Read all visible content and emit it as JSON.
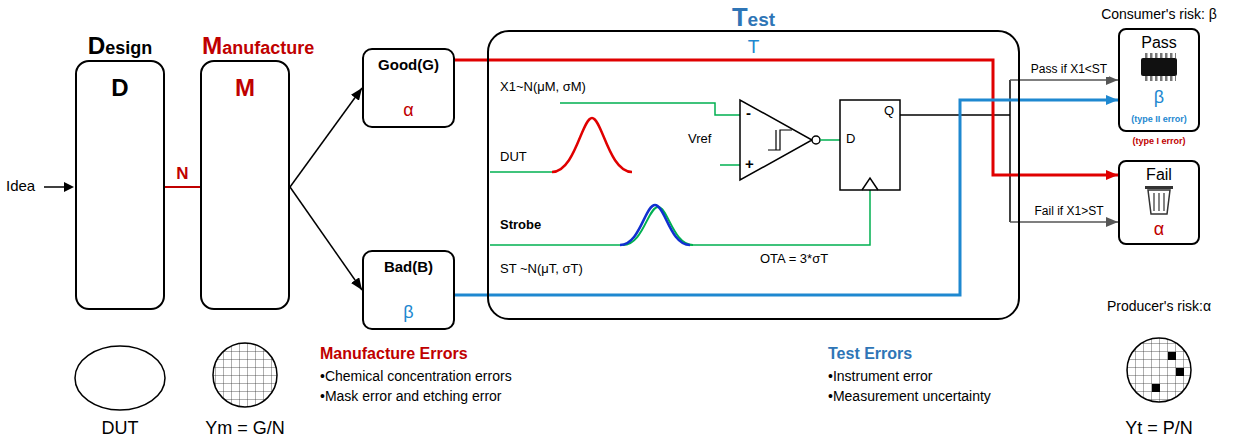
{
  "diagram": {
    "nodes": [
      {
        "text": [
          "Design",
          "D"
        ]
      },
      {
        "text": [
          "Manufacture",
          "M"
        ]
      },
      {
        "text": [
          "Good(G)",
          "α"
        ]
      },
      {
        "text": [
          "Bad(B)",
          "β"
        ]
      },
      {
        "text": [
          "Test",
          "T"
        ]
      },
      {
        "text": [
          "Pass",
          "β",
          "(type II error)"
        ]
      },
      {
        "text": [
          "Fail",
          "α"
        ]
      }
    ],
    "edges": [
      {
        "from": 0,
        "to": 1,
        "arrow": "none",
        "label": "N"
      },
      {
        "from": 1,
        "to": 2,
        "arrow": "to"
      },
      {
        "from": 1,
        "to": 3,
        "arrow": "to"
      },
      {
        "from": 2,
        "to": 6,
        "arrow": "to"
      },
      {
        "from": 3,
        "to": 5,
        "arrow": "to"
      },
      {
        "from": 4,
        "to": 5,
        "arrow": "to",
        "label": "Pass if X1<ST"
      },
      {
        "from": 4,
        "to": 6,
        "arrow": "to",
        "label": "Fail if X1>ST"
      }
    ],
    "labels": [
      "Idea",
      "X1~N(μM, σM)",
      "DUT",
      "Strobe",
      "ST ~N(μT, σT)",
      "Vref",
      "-",
      "+",
      "D",
      "Q",
      "OTA = 3*σT",
      "Consumer's risk: β",
      "(type I error)",
      "Producer's risk:α",
      "DUT",
      "Ym = G/N",
      "Manufacture Errors",
      "•Chemical concentration errors",
      "•Mask error and etching error",
      "Test Errors",
      "•Instrument error",
      "•Measurement uncertainty",
      "Yt = P/N"
    ]
  }
}
